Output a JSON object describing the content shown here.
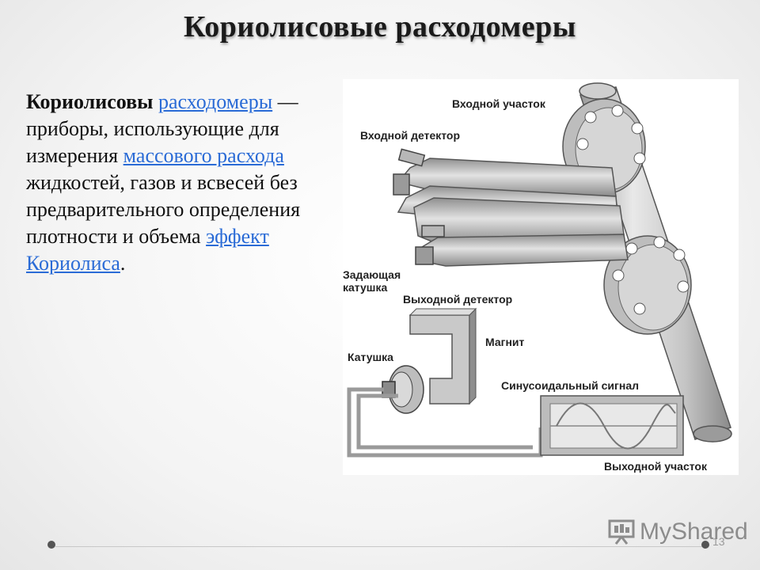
{
  "slide": {
    "title": "Кориолисовые расходомеры",
    "page_number": "13"
  },
  "text": {
    "lead": "Кориолисовы",
    "link1": "расходомеры",
    "part1": " — приборы, использующие для измерения ",
    "link2": "массового расхода",
    "part2": " жидкостей, газов и всвесей без предварительного определения плотности и объема ",
    "link3": "эффект Кориолиса",
    "part3": "."
  },
  "figure": {
    "labels": {
      "inlet_section": "Входной участок",
      "inlet_detector": "Входной детектор",
      "drive_coil_1": "Задающая",
      "drive_coil_2": "катушка",
      "outlet_detector": "Выходной детектор",
      "magnet": "Магнит",
      "coil": "Катушка",
      "sine_signal": "Синусоидальный сигнал",
      "outlet_section": "Выходной участок"
    }
  },
  "watermark": {
    "brand": "MyShared",
    "icon": "presentation-board-icon"
  },
  "colors": {
    "link": "#2a6bd6",
    "title": "#1a1a1a"
  }
}
